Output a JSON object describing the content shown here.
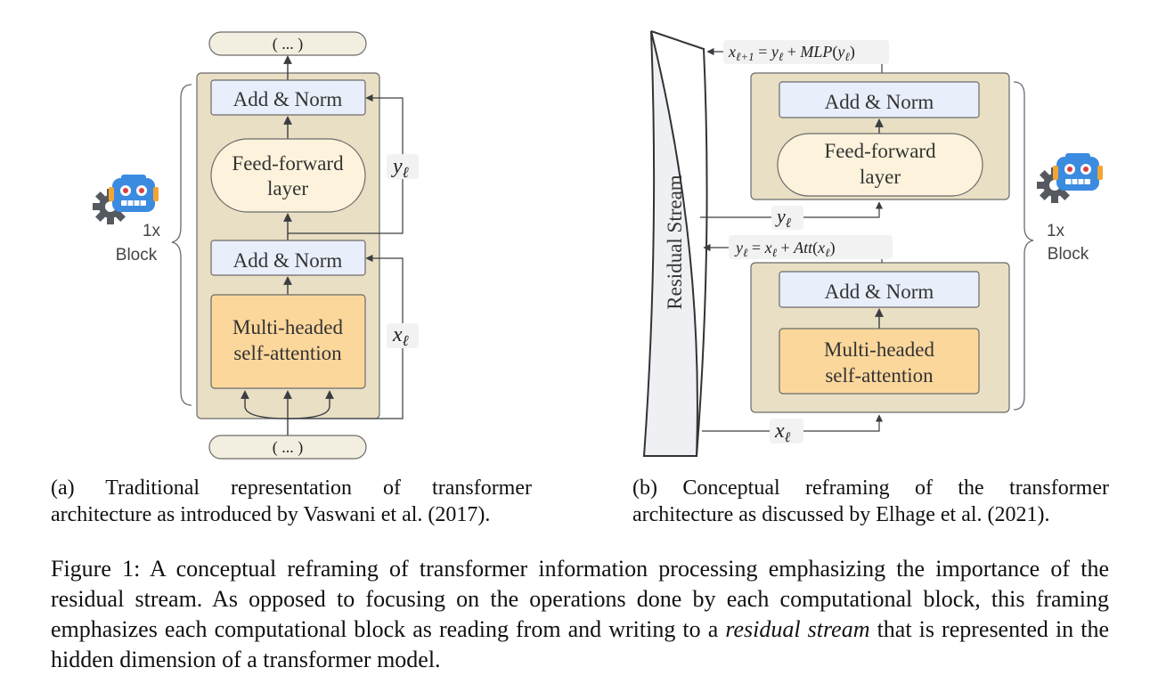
{
  "diagram_a": {
    "top_io": "( ... )",
    "bottom_io": "( ... )",
    "add_norm_top": "Add & Norm",
    "ffn_line1": "Feed-forward",
    "ffn_line2": "layer",
    "add_norm_bottom": "Add & Norm",
    "attn_line1": "Multi-headed",
    "attn_line2": "self-attention",
    "y_label": "y",
    "y_sub": "ℓ",
    "x_label": "x",
    "x_sub": "ℓ",
    "block_count": "1x",
    "block_word": "Block"
  },
  "diagram_b": {
    "stream_label": "Residual Stream",
    "eq_top": "x_{ℓ+1} = y_ℓ + MLP(y_ℓ)",
    "eq_top_parts": {
      "x": "x",
      "xsub": "ℓ+1",
      "mid": " = ",
      "y1": "y",
      "y1sub": "ℓ",
      "plus": " + ",
      "fn": "MLP",
      "lp": "(",
      "y2": "y",
      "y2sub": "ℓ",
      "rp": ")"
    },
    "eq_mid_parts": {
      "y": "y",
      "ysub": "ℓ",
      "mid": " = ",
      "x1": "x",
      "x1sub": "ℓ",
      "plus": " + ",
      "fn": "Att",
      "lp": "(",
      "x2": "x",
      "x2sub": "ℓ",
      "rp": ")"
    },
    "add_norm_top": "Add & Norm",
    "ffn_line1": "Feed-forward",
    "ffn_line2": "layer",
    "y_label": "y",
    "y_sub": "ℓ",
    "add_norm_bottom": "Add & Norm",
    "attn_line1": "Multi-headed",
    "attn_line2": "self-attention",
    "x_label": "x",
    "x_sub": "ℓ",
    "block_count": "1x",
    "block_word": "Block"
  },
  "subcaption_a": "(a) Traditional representation of transformer architecture as introduced by Vaswani et al. (2017).",
  "subcaption_b": "(b) Conceptual reframing of the transformer architecture as discussed by Elhage et al. (2021).",
  "caption": {
    "part1": "Figure 1: A conceptual reframing of transformer information processing emphasizing the importance of the residual stream. As opposed to focusing on the operations done by each computational block, this framing emphasizes each computational block as reading from and writing to a ",
    "emph": "residual stream",
    "part2": " that is represented in the hidden dimension of a transformer model."
  },
  "colors": {
    "block_bg": "#e8dfc4",
    "add_norm": "#e9eefb",
    "ffn": "#fdf3dc",
    "attn": "#fcd79c",
    "io": "#f3efe0",
    "stream": "#eef0f4",
    "robot": "#3b8be0",
    "gear": "#555a60"
  }
}
